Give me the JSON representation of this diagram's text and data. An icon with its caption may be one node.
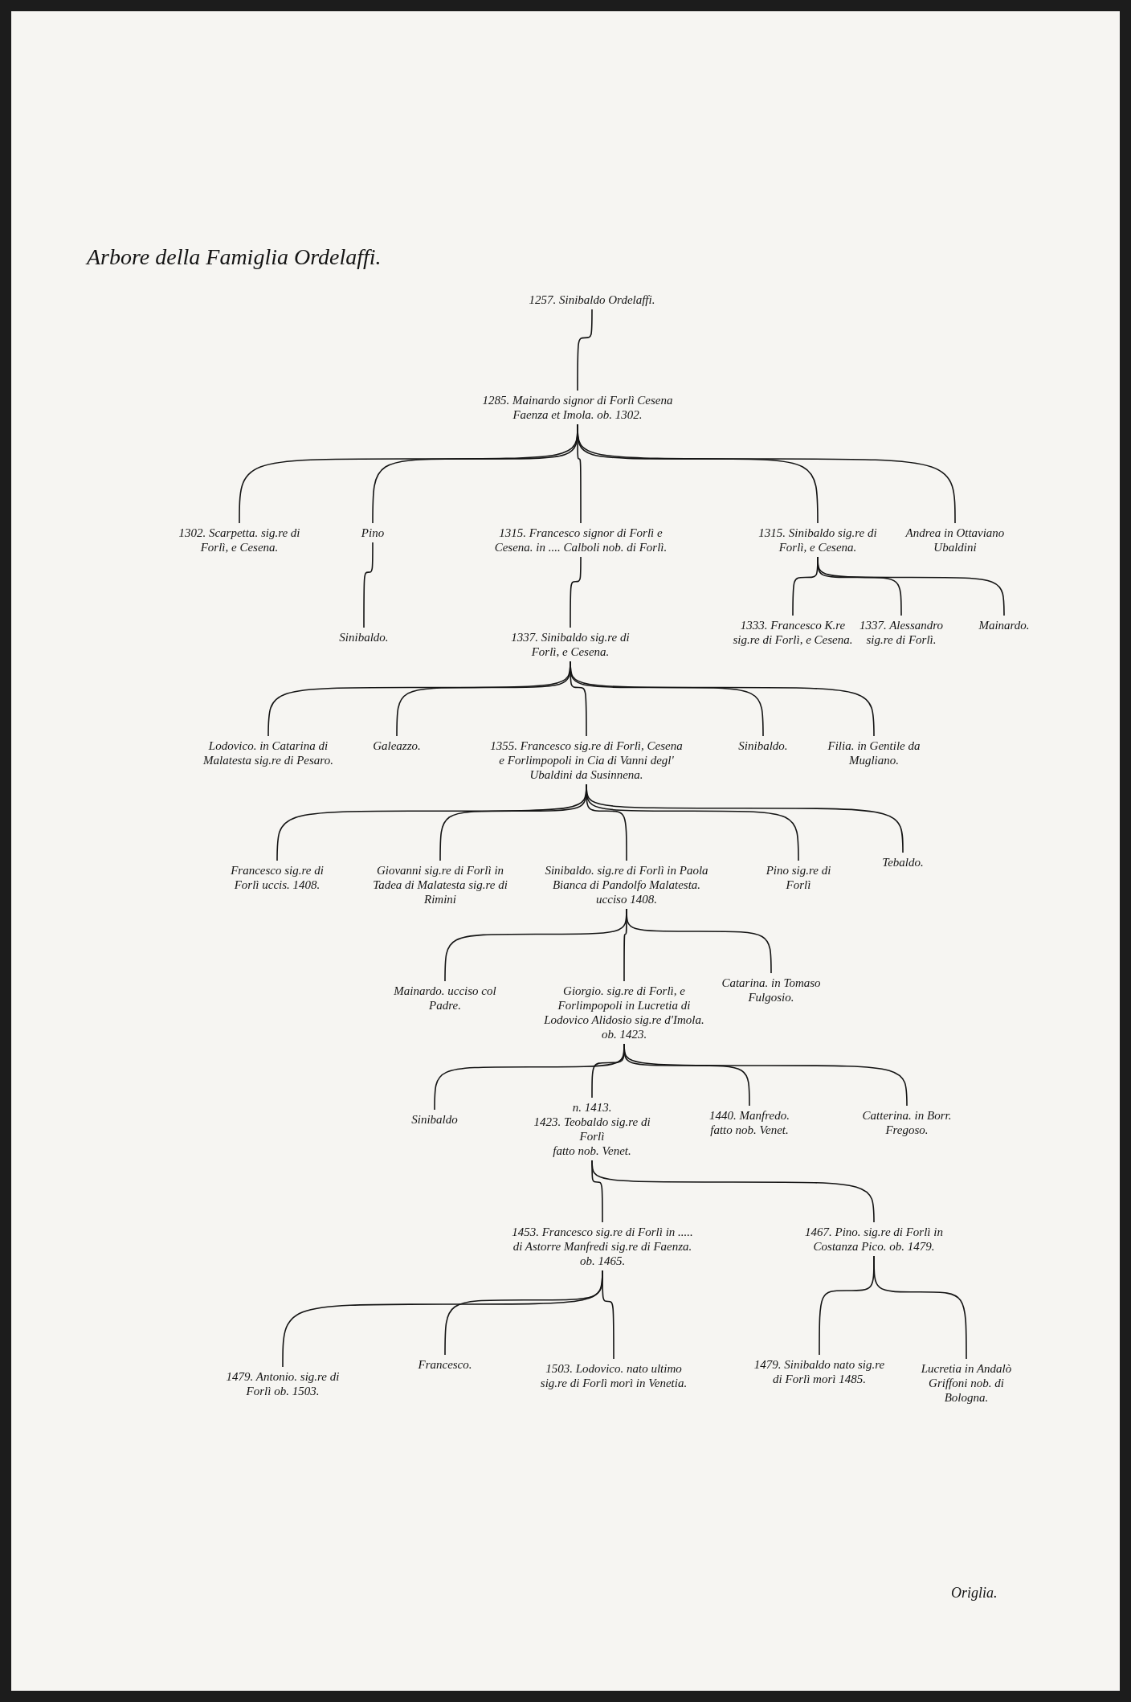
{
  "diagram": {
    "title": "Arbore della Famiglia Ordelaffi.",
    "nodes": [
      {
        "text": [
          "1257. Sinibaldo Ordelaffi."
        ]
      },
      {
        "text": [
          "1285. Mainardo signor di Forlì Cesena Faenza et Imola. ob. 1302."
        ]
      },
      {
        "text": [
          "1302. Scarpetta. sig.re di Forlì, e Cesena."
        ]
      },
      {
        "text": [
          "Pino"
        ]
      },
      {
        "text": [
          "1315. Francesco signor di Forlì e Cesena. in .... Calboli nob. di Forlì."
        ]
      },
      {
        "text": [
          "1315. Sinibaldo sig.re di Forlì, e Cesena."
        ]
      },
      {
        "text": [
          "Andrea in Ottaviano Ubaldini"
        ]
      },
      {
        "text": [
          "Sinibaldo."
        ]
      },
      {
        "text": [
          "1337. Sinibaldo sig.re di Forlì, e Cesena."
        ]
      },
      {
        "text": [
          "1333. Francesco K.re sig.re di Forlì, e Cesena."
        ]
      },
      {
        "text": [
          "1337. Alessandro sig.re di Forlì."
        ]
      },
      {
        "text": [
          "Mainardo."
        ]
      },
      {
        "text": [
          "Lodovico. in Catarina di Malatesta sig.re di Pesaro."
        ]
      },
      {
        "text": [
          "Galeazzo."
        ]
      },
      {
        "text": [
          "1355. Francesco sig.re di Forlì, Cesena e Forlimpopoli in Cia di Vanni degl' Ubaldini da Susinnena."
        ]
      },
      {
        "text": [
          "Sinibaldo."
        ]
      },
      {
        "text": [
          "Filia. in Gentile da Mugliano."
        ]
      },
      {
        "text": [
          "Francesco sig.re di Forlì uccis. 1408."
        ]
      },
      {
        "text": [
          "Giovanni sig.re di Forlì in Tadea di Malatesta sig.re di Rimini"
        ]
      },
      {
        "text": [
          "Sinibaldo. sig.re di Forlì in Paola Bianca di Pandolfo Malatesta. ucciso 1408."
        ]
      },
      {
        "text": [
          "Pino sig.re di Forlì"
        ]
      },
      {
        "text": [
          "Tebaldo."
        ]
      },
      {
        "text": [
          "Mainardo. ucciso col Padre."
        ]
      },
      {
        "text": [
          "Giorgio. sig.re di Forlì, e Forlimpopoli in Lucretia di Lodovico Alidosio sig.re d'Imola. ob. 1423."
        ]
      },
      {
        "text": [
          "Catarina. in Tomaso Fulgosio."
        ]
      },
      {
        "text": [
          "Sinibaldo"
        ]
      },
      {
        "text": [
          "n. 1413.",
          "1423. Teobaldo sig.re di Forlì",
          "fatto nob. Venet."
        ]
      },
      {
        "text": [
          "1440. Manfredo.",
          "fatto nob. Venet."
        ]
      },
      {
        "text": [
          "Catterina. in Borr. Fregoso."
        ]
      },
      {
        "text": [
          "1453. Francesco sig.re di Forlì in ..... di Astorre Manfredi sig.re di Faenza. ob. 1465."
        ]
      },
      {
        "text": [
          "1467. Pino. sig.re di Forlì in Costanza Pico. ob. 1479."
        ]
      },
      {
        "text": [
          "1479. Antonio. sig.re di Forlì ob. 1503."
        ]
      },
      {
        "text": [
          "Francesco."
        ]
      },
      {
        "text": [
          "1503. Lodovico. nato ultimo sig.re di Forlì morì in Venetia."
        ]
      },
      {
        "text": [
          "1479. Sinibaldo nato sig.re di Forlì morì 1485."
        ]
      },
      {
        "text": [
          "Lucretia in Andalò Griffoni nob. di Bologna."
        ]
      }
    ],
    "edges": [
      {
        "from": 0,
        "to": 1,
        "arrow": "none"
      },
      {
        "from": 1,
        "to": 2,
        "arrow": "none"
      },
      {
        "from": 1,
        "to": 3,
        "arrow": "none"
      },
      {
        "from": 1,
        "to": 4,
        "arrow": "none"
      },
      {
        "from": 1,
        "to": 5,
        "arrow": "none"
      },
      {
        "from": 1,
        "to": 6,
        "arrow": "none"
      },
      {
        "from": 3,
        "to": 7,
        "arrow": "none"
      },
      {
        "from": 4,
        "to": 8,
        "arrow": "none"
      },
      {
        "from": 5,
        "to": 9,
        "arrow": "none"
      },
      {
        "from": 5,
        "to": 10,
        "arrow": "none"
      },
      {
        "from": 5,
        "to": 11,
        "arrow": "none"
      },
      {
        "from": 8,
        "to": 12,
        "arrow": "none"
      },
      {
        "from": 8,
        "to": 13,
        "arrow": "none"
      },
      {
        "from": 8,
        "to": 14,
        "arrow": "none"
      },
      {
        "from": 8,
        "to": 15,
        "arrow": "none"
      },
      {
        "from": 8,
        "to": 16,
        "arrow": "none"
      },
      {
        "from": 14,
        "to": 17,
        "arrow": "none"
      },
      {
        "from": 14,
        "to": 18,
        "arrow": "none"
      },
      {
        "from": 14,
        "to": 19,
        "arrow": "none"
      },
      {
        "from": 14,
        "to": 20,
        "arrow": "none"
      },
      {
        "from": 14,
        "to": 21,
        "arrow": "none"
      },
      {
        "from": 19,
        "to": 22,
        "arrow": "none"
      },
      {
        "from": 19,
        "to": 23,
        "arrow": "none"
      },
      {
        "from": 19,
        "to": 24,
        "arrow": "none"
      },
      {
        "from": 23,
        "to": 25,
        "arrow": "none"
      },
      {
        "from": 23,
        "to": 26,
        "arrow": "none"
      },
      {
        "from": 23,
        "to": 27,
        "arrow": "none"
      },
      {
        "from": 23,
        "to": 28,
        "arrow": "none"
      },
      {
        "from": 26,
        "to": 29,
        "arrow": "none"
      },
      {
        "from": 26,
        "to": 30,
        "arrow": "none"
      },
      {
        "from": 29,
        "to": 31,
        "arrow": "none"
      },
      {
        "from": 29,
        "to": 32,
        "arrow": "none"
      },
      {
        "from": 29,
        "to": 33,
        "arrow": "none"
      },
      {
        "from": 30,
        "to": 34,
        "arrow": "none"
      },
      {
        "from": 30,
        "to": 35,
        "arrow": "none"
      }
    ],
    "labels": [
      "Origlia."
    ]
  }
}
